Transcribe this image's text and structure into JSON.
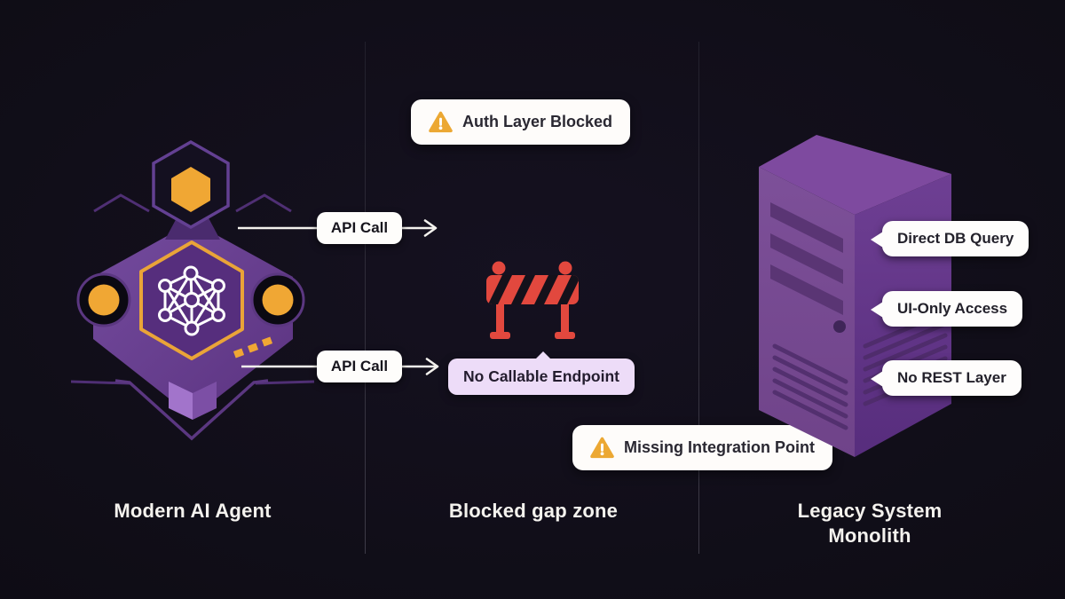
{
  "zones": {
    "agent": {
      "title": "Modern AI Agent"
    },
    "gap": {
      "title": "Blocked gap zone"
    },
    "legacy": {
      "title": "Legacy System Monolith"
    }
  },
  "arrows": {
    "top_label": "API Call",
    "bottom_label": "API Call"
  },
  "badges": {
    "auth_blocked": "Auth Layer Blocked",
    "no_endpoint": "No Callable Endpoint",
    "missing_integration": "Missing Integration Point"
  },
  "legacy_callouts": [
    "Direct DB Query",
    "UI-Only Access",
    "No REST Layer"
  ],
  "colors": {
    "background": "#0e0c14",
    "purple_body": "#6f4798",
    "purple_outline": "#5b3781",
    "orange_accent": "#f0a734",
    "barrier_red": "#e2483e",
    "warning_orange": "#eca833",
    "lavender_badge": "#eddcf8",
    "badge_white": "#fefdfc",
    "title_text": "#f4f2ee"
  }
}
